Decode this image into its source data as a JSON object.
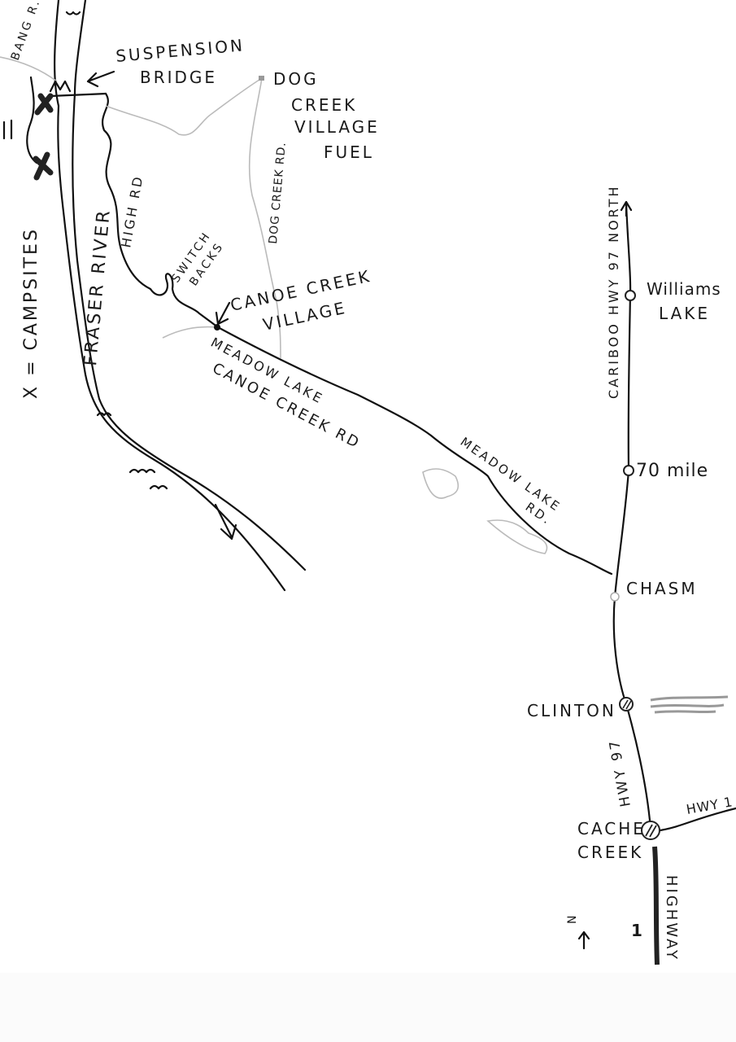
{
  "map": {
    "colors": {
      "ink": "#111111",
      "pencil": "#bbbbbb",
      "paper": "#ffffff"
    },
    "labels": {
      "bang_river": "BANG R.",
      "suspension_bridge_1": "SUSPENSION",
      "suspension_bridge_2": "BRIDGE",
      "dog_creek_1": "DOG",
      "dog_creek_2": "CREEK",
      "dog_creek_3": "VILLAGE",
      "dog_creek_4": "FUEL",
      "dog_creek_rd": "DOG CREEK RD.",
      "high_rd": "HIGH RD",
      "switch_1": "SWITCH",
      "switch_2": "BACKS",
      "canoe_1": "CANOE CREEK",
      "canoe_2": "VILLAGE",
      "mlcc_1": "MEADOW LAKE",
      "mlcc_2": "CANOE CREEK RD",
      "meadow_lake_rd_1": "MEADOW LAKE",
      "meadow_lake_rd_2": "RD.",
      "campsites": "X = CAMPSITES",
      "fraser_river": "FRASER RIVER",
      "cariboo_hwy": "CARIBOO HWY 97 NORTH",
      "williams_1": "Williams",
      "williams_2": "LAKE",
      "seventy_mile": "70 mile",
      "chasm": "CHASM",
      "clinton": "CLINTON",
      "hwy97": "HWY 97",
      "hwy1_east": "HWY 1",
      "cache_1": "CACHE",
      "cache_2": "CREEK",
      "highway1": "HIGHWAY",
      "highway1_num": "1",
      "north": "N"
    }
  }
}
